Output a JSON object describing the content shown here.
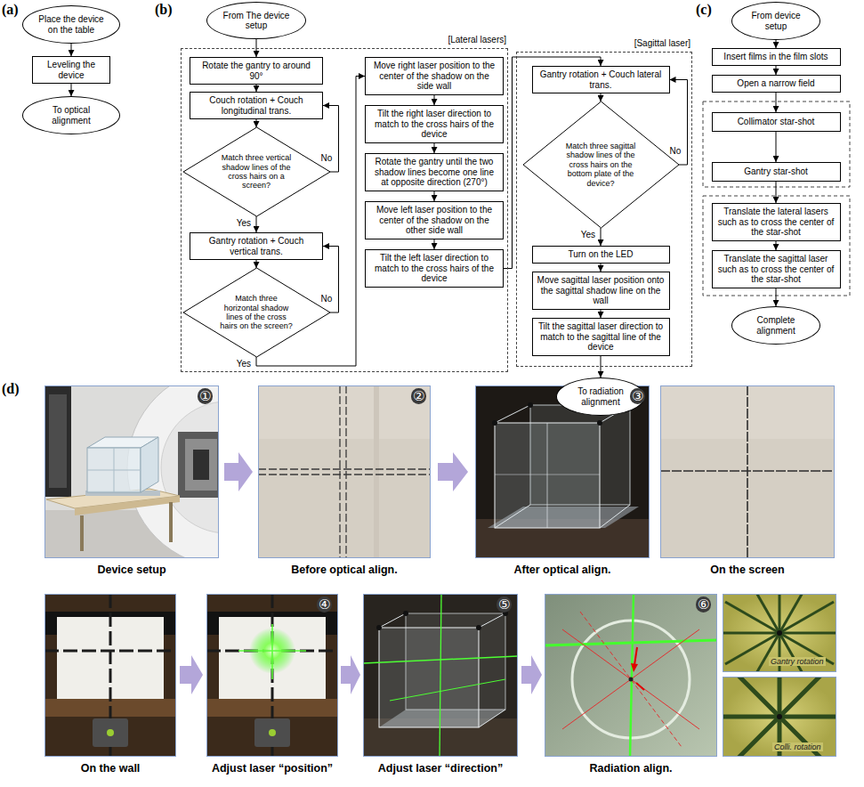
{
  "diagram": {
    "nodes": [
      {
        "text": [
          "Place the device on the table"
        ]
      },
      {
        "text": [
          "Leveling the device"
        ]
      },
      {
        "text": [
          "To optical alignment"
        ]
      },
      {
        "text": [
          "From The device setup"
        ]
      },
      {
        "text": [
          "[Lateral lasers]"
        ]
      },
      {
        "text": [
          "Rotate the gantry to around 90°"
        ],
        "in": 4
      },
      {
        "text": [
          "Couch rotation + Couch longitudinal trans."
        ],
        "in": 4
      },
      {
        "text": [
          "Match three vertical shadow lines of the cross hairs on a screen?"
        ],
        "in": 4
      },
      {
        "text": [
          "Gantry rotation + Couch vertical trans."
        ],
        "in": 4
      },
      {
        "text": [
          "Match three horizontal shadow lines of the cross hairs on the screen?"
        ],
        "in": 4
      },
      {
        "text": [
          "Move right laser position to the center of the shadow on the side wall"
        ],
        "in": 4
      },
      {
        "text": [
          "Tilt the right laser direction to match to the cross hairs of the device"
        ],
        "in": 4
      },
      {
        "text": [
          "Rotate the gantry until the two shadow lines become one line at opposite direction (270°)"
        ],
        "in": 4
      },
      {
        "text": [
          "Move left laser position to the center of the shadow on the other side wall"
        ],
        "in": 4
      },
      {
        "text": [
          "Tilt the left laser direction to match to the cross hairs of the device"
        ],
        "in": 4
      },
      {
        "text": [
          "[Sagittal laser]"
        ]
      },
      {
        "text": [
          "Gantry rotation + Couch lateral trans."
        ],
        "in": 15
      },
      {
        "text": [
          "Match three sagittal shadow lines of the cross hairs on the bottom plate of the device?"
        ],
        "in": 15
      },
      {
        "text": [
          "Turn on the LED"
        ],
        "in": 15
      },
      {
        "text": [
          "Move sagittal laser position onto the sagittal shadow line on the wall"
        ],
        "in": 15
      },
      {
        "text": [
          "Tilt the sagittal laser direction to match to the sagittal line of the device"
        ],
        "in": 15
      },
      {
        "text": [
          "To radiation alignment"
        ]
      },
      {
        "text": [
          "From device setup"
        ]
      },
      {
        "text": [
          "Insert films in the film slots"
        ]
      },
      {
        "text": [
          "Open a narrow field"
        ]
      },
      {
        "text": [
          "Collimator star-shot"
        ]
      },
      {
        "text": [
          "Gantry star-shot"
        ]
      },
      {
        "text": [
          "Translate the lateral lasers such as to cross the center of the star-shot"
        ]
      },
      {
        "text": [
          "Translate the sagittal laser such as to cross the center of the star-shot"
        ]
      },
      {
        "text": [
          "Complete alignment"
        ]
      }
    ],
    "edges": [
      {
        "from": 0,
        "to": 1,
        "arrow": "to"
      },
      {
        "from": 1,
        "to": 2,
        "arrow": "to"
      },
      {
        "from": 3,
        "to": 5,
        "arrow": "to"
      },
      {
        "from": 5,
        "to": 6,
        "arrow": "to"
      },
      {
        "from": 6,
        "to": 7,
        "arrow": "to"
      },
      {
        "from": 7,
        "to": 6,
        "label": "No",
        "arrow": "to"
      },
      {
        "from": 7,
        "to": 8,
        "label": "Yes",
        "arrow": "to"
      },
      {
        "from": 8,
        "to": 9,
        "arrow": "to"
      },
      {
        "from": 9,
        "to": 8,
        "label": "No",
        "arrow": "to"
      },
      {
        "from": 9,
        "to": 10,
        "label": "Yes",
        "arrow": "to"
      },
      {
        "from": 10,
        "to": 11,
        "arrow": "to"
      },
      {
        "from": 11,
        "to": 12,
        "arrow": "to"
      },
      {
        "from": 12,
        "to": 13,
        "arrow": "to"
      },
      {
        "from": 13,
        "to": 14,
        "arrow": "to"
      },
      {
        "from": 14,
        "to": 16,
        "arrow": "to"
      },
      {
        "from": 16,
        "to": 17,
        "arrow": "to"
      },
      {
        "from": 17,
        "to": 16,
        "label": "No",
        "arrow": "to"
      },
      {
        "from": 17,
        "to": 18,
        "label": "Yes",
        "arrow": "to"
      },
      {
        "from": 18,
        "to": 19,
        "arrow": "to"
      },
      {
        "from": 19,
        "to": 20,
        "arrow": "to"
      },
      {
        "from": 20,
        "to": 21,
        "arrow": "to"
      },
      {
        "from": 22,
        "to": 23,
        "arrow": "to"
      },
      {
        "from": 23,
        "to": 24,
        "arrow": "to"
      },
      {
        "from": 24,
        "to": 25,
        "arrow": "to"
      },
      {
        "from": 25,
        "to": 26,
        "arrow": "to"
      },
      {
        "from": 26,
        "to": 27,
        "arrow": "to"
      },
      {
        "from": 27,
        "to": 28,
        "arrow": "to"
      },
      {
        "from": 28,
        "to": 29,
        "arrow": "to"
      }
    ],
    "labels": [
      "(a)",
      "(b)",
      "(c)",
      "(d)",
      "①",
      "Device setup",
      "②",
      "Before optical align.",
      "③",
      "After optical align.",
      "On the screen",
      "④",
      "On the wall",
      "Adjust laser “position”",
      "⑤",
      "Adjust laser “direction”",
      "⑥",
      "Radiation align.",
      "Gantry rotation",
      "Colli. rotation"
    ]
  }
}
